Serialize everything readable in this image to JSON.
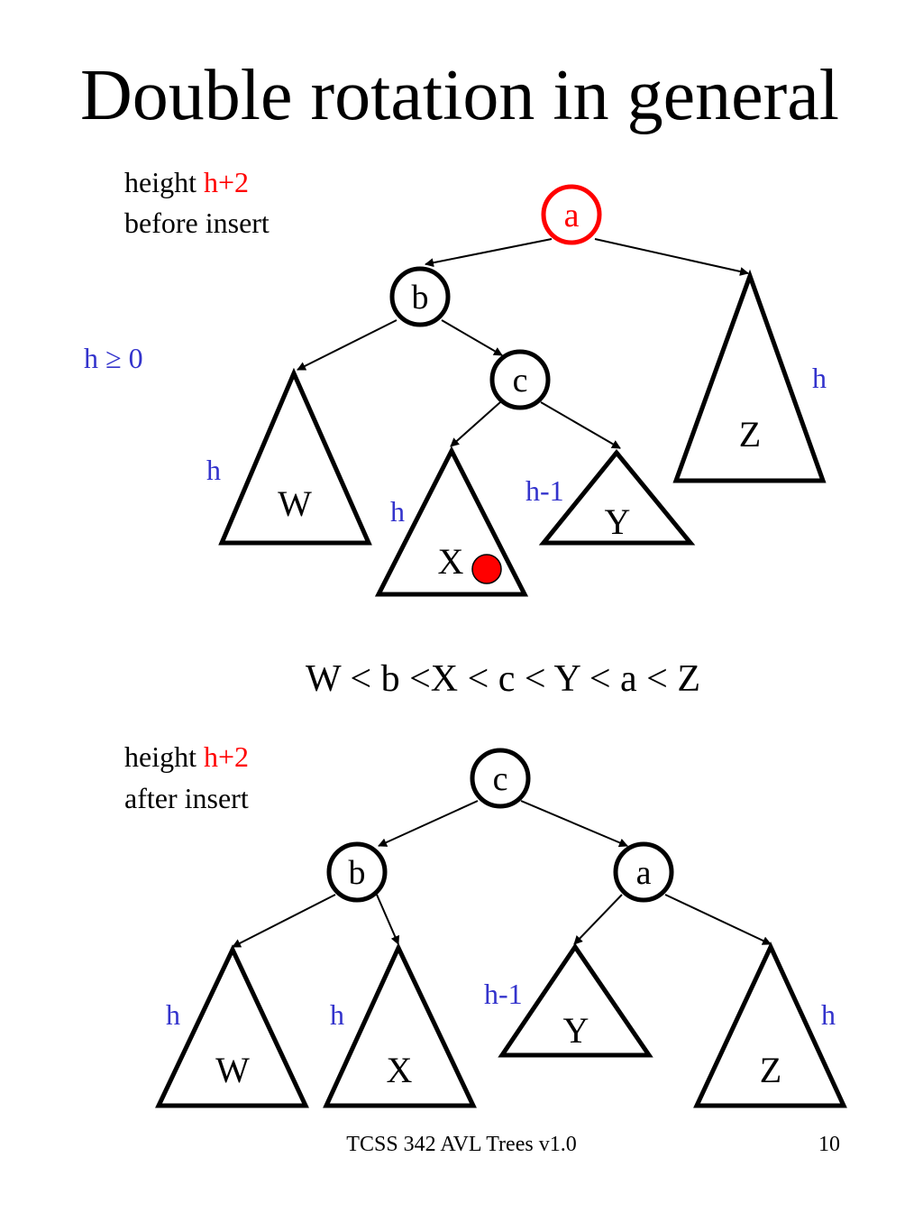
{
  "title": "Double rotation in general",
  "before": {
    "height_label": "height",
    "height_value": "h+2",
    "caption": "before insert",
    "h_constraint": "h ≥ 0",
    "nodes": {
      "a": "a",
      "b": "b",
      "c": "c"
    },
    "subtrees": {
      "W": "W",
      "X": "X",
      "Y": "Y",
      "Z": "Z"
    },
    "heights": {
      "W": "h",
      "X": "h",
      "Y": "h-1",
      "Z": "h"
    },
    "inserted_marker_color": "#ff0000"
  },
  "ordering": "W < b <X < c < Y < a < Z",
  "after": {
    "height_label": "height",
    "height_value": "h+2",
    "caption": "after insert",
    "nodes": {
      "c": "c",
      "b": "b",
      "a": "a"
    },
    "subtrees": {
      "W": "W",
      "X": "X",
      "Y": "Y",
      "Z": "Z"
    },
    "heights": {
      "W": "h",
      "X": "h",
      "Y": "h-1",
      "Z": "h"
    }
  },
  "footer": {
    "course": "TCSS 342 AVL Trees v1.0",
    "page": "10"
  },
  "colors": {
    "highlight": "#ff0000",
    "height_annotation": "#3333cc"
  }
}
